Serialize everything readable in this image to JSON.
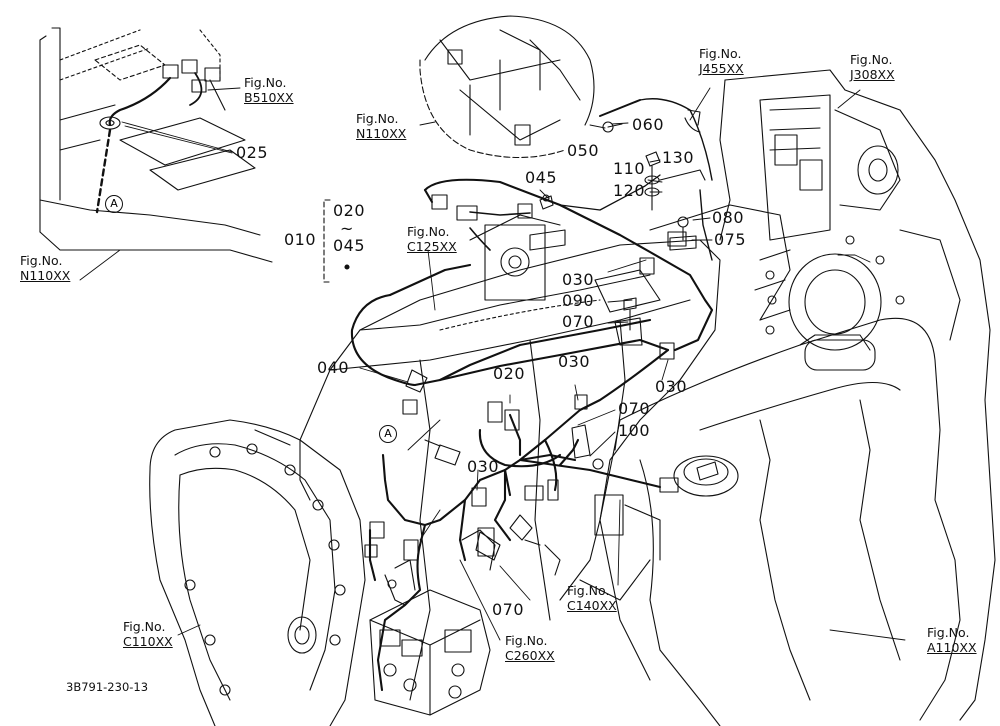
{
  "figure_refs": [
    {
      "id": "b510",
      "prefix": "Fig.No.",
      "code": "B510XX"
    },
    {
      "id": "n110-top",
      "prefix": "Fig.No.",
      "code": "N110XX"
    },
    {
      "id": "j455",
      "prefix": "Fig.No.",
      "code": "J455XX"
    },
    {
      "id": "j308",
      "prefix": "Fig.No.",
      "code": "J308XX"
    },
    {
      "id": "c125",
      "prefix": "Fig.No.",
      "code": "C125XX"
    },
    {
      "id": "n110-left",
      "prefix": "Fig.No.",
      "code": "N110XX"
    },
    {
      "id": "c110",
      "prefix": "Fig.No.",
      "code": "C110XX"
    },
    {
      "id": "c260",
      "prefix": "Fig.No.",
      "code": "C260XX"
    },
    {
      "id": "c140",
      "prefix": "Fig.No.",
      "code": "C140XX"
    },
    {
      "id": "a110",
      "prefix": "Fig.No.",
      "code": "A110XX"
    }
  ],
  "part_numbers": {
    "p025": "025",
    "p060": "060",
    "p050": "050",
    "p130": "130",
    "p110": "110",
    "p120": "120",
    "p045": "045",
    "p080": "080",
    "p075": "075",
    "p030a": "030",
    "p090": "090",
    "p070a": "070",
    "p030b": "030",
    "p040": "040",
    "p020": "020",
    "p030c": "030",
    "p070b": "070",
    "p100": "100",
    "p030d": "030",
    "p070c": "070"
  },
  "group": {
    "main": "010",
    "from": "020",
    "tilde": "~",
    "to": "045"
  },
  "callout_letter": "A",
  "drawing_code": "3B791-230-13"
}
